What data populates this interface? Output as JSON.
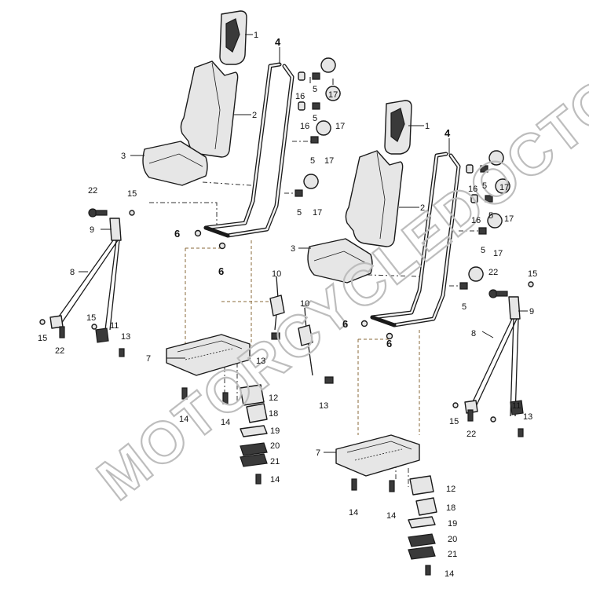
{
  "watermark": {
    "text": "MOTORCYCLEDOCTOR"
  },
  "callouts": {
    "c1a": "1",
    "c2a": "2",
    "c3a": "3",
    "c4a": "4",
    "c5a": "5",
    "c5b": "5",
    "c5c": "5",
    "c5d": "5",
    "c6a": "6",
    "c6b": "6",
    "c7a": "7",
    "c8a": "8",
    "c9a": "9",
    "c10a": "10",
    "c11a": "11",
    "c12a": "12",
    "c13a": "13",
    "c13b": "13",
    "c14a": "14",
    "c14b": "14",
    "c14c": "14",
    "c15a": "15",
    "c15b": "15",
    "c15c": "15",
    "c16a": "16",
    "c16b": "16",
    "c17a": "17",
    "c17b": "17",
    "c17c": "17",
    "c17d": "17",
    "c18a": "18",
    "c19a": "19",
    "c20a": "20",
    "c21a": "21",
    "c22a": "22",
    "c22b": "22",
    "r1": "1",
    "r2": "2",
    "r3": "3",
    "r4": "4",
    "r5a": "5",
    "r5b": "5",
    "r5c": "5",
    "r5d": "5",
    "r6a": "6",
    "r6b": "6",
    "r7": "7",
    "r8": "8",
    "r9": "9",
    "r10": "10",
    "r11": "11",
    "r12": "12",
    "r13a": "13",
    "r13b": "13",
    "r14a": "14",
    "r14b": "14",
    "r14c": "14",
    "r15a": "15",
    "r15b": "15",
    "r16a": "16",
    "r16b": "16",
    "r17a": "17",
    "r17b": "17",
    "r17c": "17",
    "r18": "18",
    "r19": "19",
    "r20": "20",
    "r21": "21",
    "r22a": "22",
    "r22b": "22"
  }
}
